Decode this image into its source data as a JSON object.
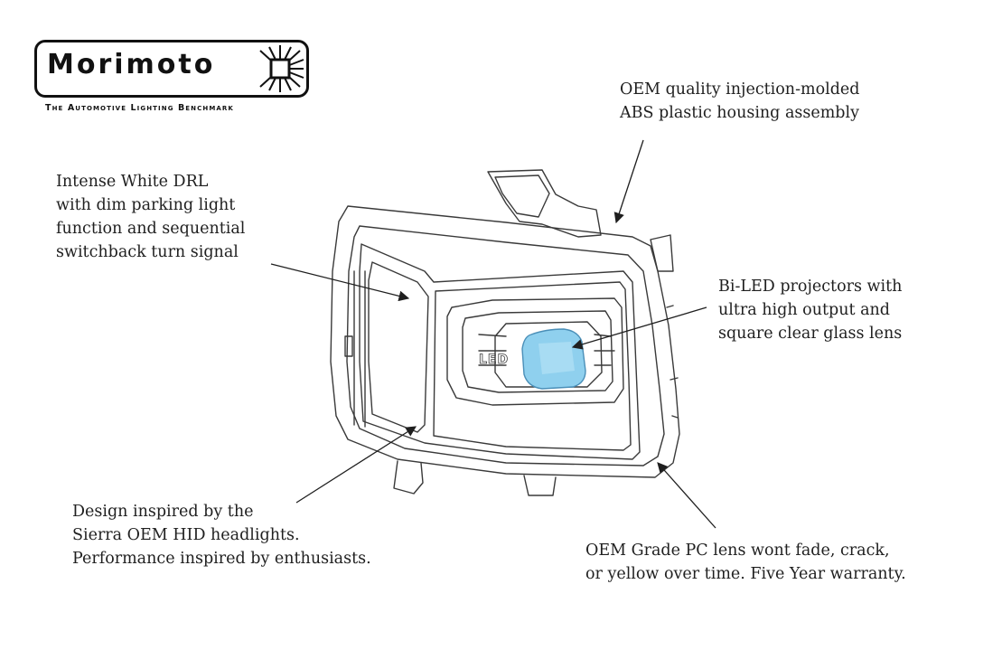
{
  "brand": {
    "name": "Morimoto",
    "tagline": "The Automotive Lighting Benchmark"
  },
  "callouts": {
    "housing": [
      "OEM quality injection-molded",
      "ABS plastic housing assembly"
    ],
    "drl": [
      "Intense White DRL",
      "with dim parking light",
      "function and sequential",
      "switchback turn signal"
    ],
    "projectors": [
      "Bi-LED projectors with",
      "ultra high output and",
      "square clear glass lens"
    ],
    "design": [
      "Design inspired by the",
      "Sierra OEM HID headlights.",
      "Performance inspired by enthusiasts."
    ],
    "lens": [
      "OEM Grade PC lens wont fade, crack,",
      "or yellow over time. Five Year warranty."
    ]
  },
  "lamp": {
    "projector_label": "LED",
    "colors": {
      "line": "#3a3a3a",
      "projector_lens": "#8fd0ee",
      "projector_lens_edge": "#4a8fb8"
    }
  }
}
